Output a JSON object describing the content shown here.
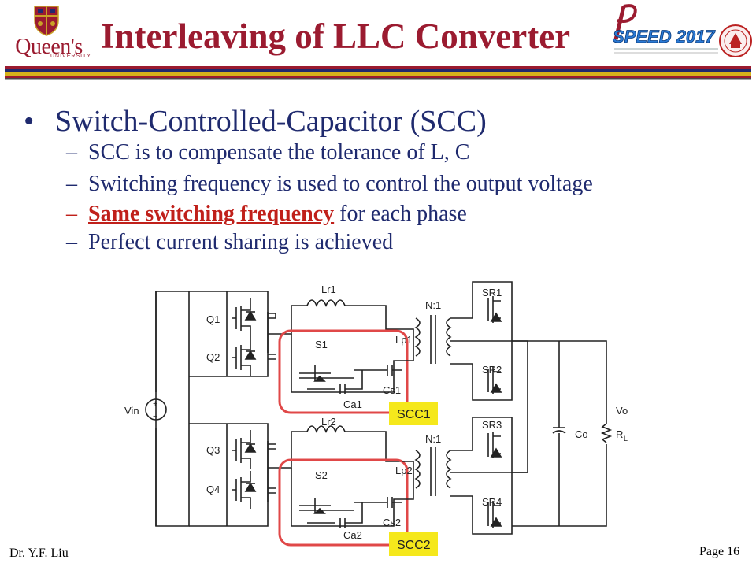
{
  "header": {
    "logo_text": "Queen's",
    "logo_subtext": "UNIVERSITY",
    "title": "Interleaving of LLC Converter",
    "conference_logo_text": "SPEED 2017"
  },
  "bullet": "Switch-Controlled-Capacitor (SCC)",
  "sub_bullets": {
    "item1": "SCC is to compensate the tolerance of L, C",
    "item2": "Switching frequency is used to control the output voltage",
    "item3_highlight": "Same switching frequency",
    "item3_rest": "for each phase",
    "item4": "Perfect current sharing is achieved"
  },
  "circuit": {
    "labels": {
      "lr1": "Lr1",
      "lr2": "Lr2",
      "q1": "Q1",
      "q2": "Q2",
      "q3": "Q3",
      "q4": "Q4",
      "s1": "S1",
      "s2": "S2",
      "ca1": "Ca1",
      "ca2": "Ca2",
      "cs1": "Cs1",
      "cs2": "Cs2",
      "lp1": "Lp1",
      "lp2": "Lp2",
      "n1_top": "N:1",
      "n1_bottom": "N:1",
      "sr1": "SR1",
      "sr2": "SR2",
      "sr3": "SR3",
      "sr4": "SR4",
      "vin": "Vin",
      "co": "Co",
      "vo": "Vo",
      "rl": "R",
      "rl_sub": "L",
      "scc1": "SCC1",
      "scc2": "SCC2"
    }
  },
  "footer": {
    "author": "Dr. Y.F. Liu",
    "page": "Page 16"
  },
  "colors": {
    "title": "#9b1b30",
    "text": "#1f2a6e",
    "highlight": "#c0201a",
    "scc_box": "#e04848",
    "scc_label_bg": "#f5e81c"
  }
}
